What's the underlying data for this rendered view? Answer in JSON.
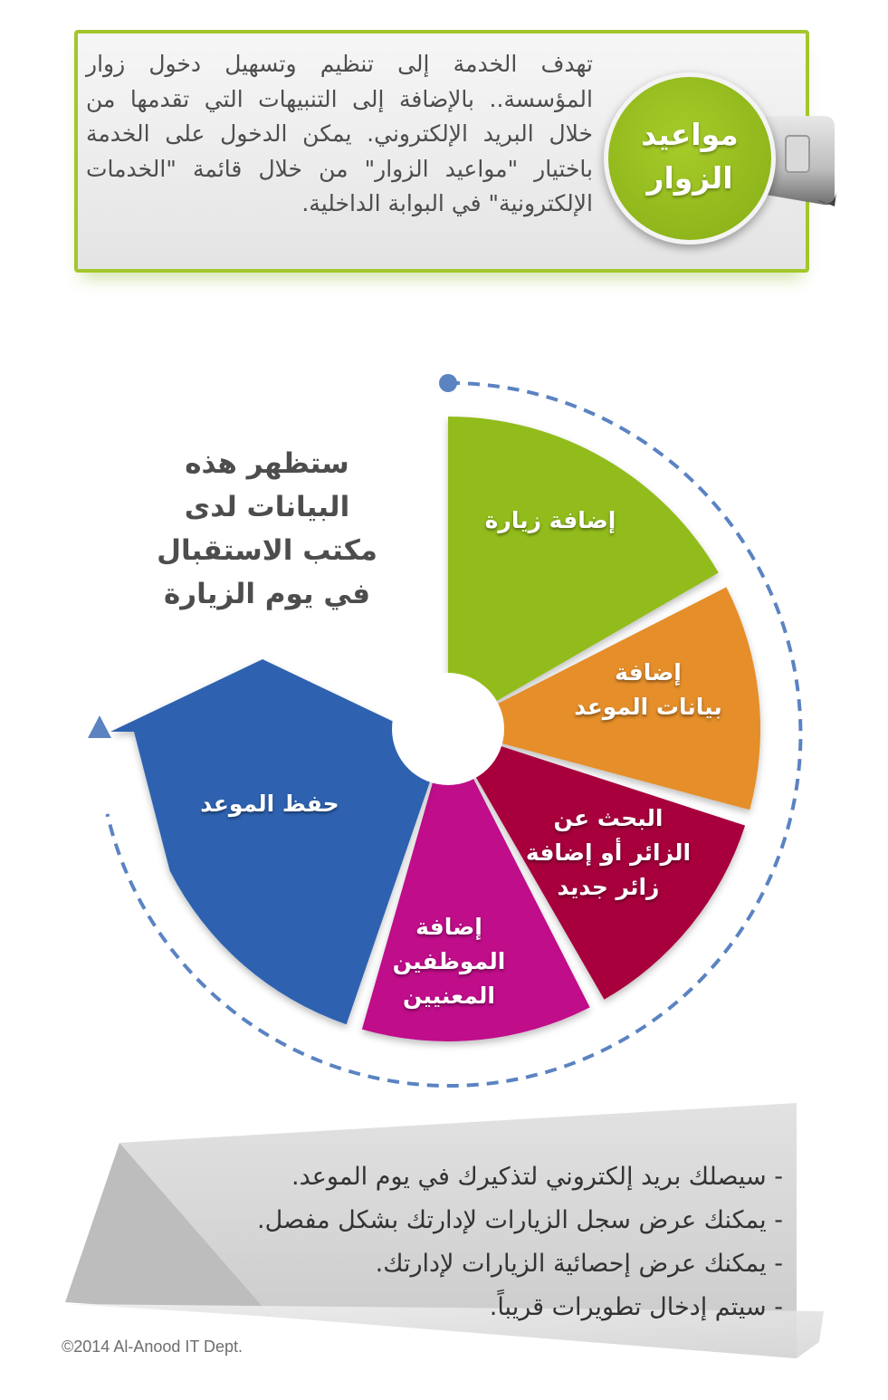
{
  "header": {
    "title": "مواعيد\nالزوار",
    "description": "تهدف الخدمة إلى تنظيم وتسهيل دخول زوار المؤسسة.. بالإضافة إلى التنبيهات التي تقدمها من خلال البريد الإلكتروني. يمكن الدخول على الخدمة باختيار \"مواعيد الزوار\" من خلال قائمة \"الخدمات الإلكترونية\" في البوابة الداخلية."
  },
  "wheel": {
    "side_note": "ستظهر هذه\nالبيانات لدى\nمكتب الاستقبال\nفي يوم الزيارة",
    "steps": [
      {
        "label": "إضافة زيارة",
        "color": "#92bc1f"
      },
      {
        "label": "إضافة\nبيانات الموعد",
        "color": "#e58e2c"
      },
      {
        "label": "البحث عن\nالزائر أو إضافة\nزائر جديد",
        "color": "#a7063c"
      },
      {
        "label": "إضافة\nالموظفين\nالمعنيين",
        "color": "#c0078a"
      },
      {
        "label": "حفظ الموعد",
        "color": "#2f62b0"
      }
    ],
    "cycle_color": "#5b83c2"
  },
  "notes": [
    "- سيصلك بريد إلكتروني لتذكيرك في يوم الموعد.",
    "- يمكنك عرض سجل الزيارات لإدارتك بشكل مفصل.",
    "- يمكنك عرض إحصائية الزيارات لإدارتك.",
    "- سيتم إدخال تطويرات قريباً."
  ],
  "footer": "©2014 Al-Anood IT Dept."
}
